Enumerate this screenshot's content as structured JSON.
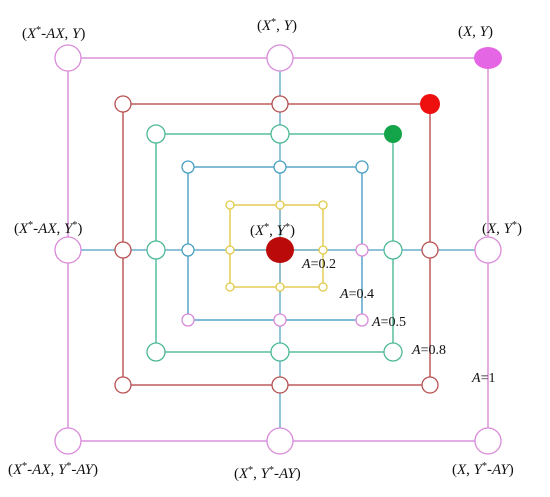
{
  "diagram": {
    "squares": [
      {
        "id": "a1",
        "color": "#d98ad9",
        "node_size": "large"
      },
      {
        "id": "a08",
        "color": "#b85050",
        "node_size": "small"
      },
      {
        "id": "a05",
        "color": "#4db898",
        "node_size": "medium"
      },
      {
        "id": "a04",
        "color": "#4a9fc4",
        "node_size": "small"
      },
      {
        "id": "a02",
        "color": "#e2c94a",
        "node_size": "tiny"
      }
    ],
    "inner_nodes": [
      {
        "id": "a04-right-mid",
        "color": "#d98ad9"
      },
      {
        "id": "a04-bottom-left",
        "color": "#d98ad9"
      },
      {
        "id": "a04-bottom-mid",
        "color": "#d98ad9"
      },
      {
        "id": "a04-bottom-right",
        "color": "#d98ad9"
      }
    ],
    "points": {
      "current_best": {
        "color": "#bb0a0a"
      },
      "a1_corner": {
        "color": "#e566e5"
      },
      "a08_corner": {
        "color": "#ee0f0f"
      },
      "a05_corner": {
        "color": "#13a44a"
      }
    },
    "labels": {
      "top_left": [
        "(",
        "X",
        "*",
        "-",
        "AX",
        ", ",
        "Y",
        ")"
      ],
      "top_mid": [
        "(",
        "X",
        "*",
        ", ",
        "Y",
        ")"
      ],
      "top_right": [
        "(",
        "X",
        ", ",
        "Y",
        ")"
      ],
      "mid_left": [
        "(",
        "X",
        "*",
        "-",
        "AX",
        ", ",
        "Y",
        "*",
        ")"
      ],
      "center": [
        "(",
        "X",
        "*",
        ", ",
        "Y",
        "*",
        ")"
      ],
      "mid_right": [
        "(",
        "X",
        ", ",
        "Y",
        "*",
        ")"
      ],
      "bottom_left": [
        "(",
        "X",
        "*",
        "-",
        "AX",
        ", ",
        "Y",
        "*",
        "-",
        "AY",
        ")"
      ],
      "bottom_mid": [
        "(",
        "X",
        "*",
        ", ",
        "Y",
        "*",
        "-",
        "AY",
        ")"
      ],
      "bottom_right": [
        "(",
        "X",
        ", ",
        "Y",
        "*",
        "-",
        "AY",
        ")"
      ]
    },
    "a_labels": [
      {
        "var": "A",
        "text": "=0.2"
      },
      {
        "var": "A",
        "text": "=0.4"
      },
      {
        "var": "A",
        "text": "=0.5"
      },
      {
        "var": "A",
        "text": "=0.8"
      },
      {
        "var": "A",
        "text": "=1"
      }
    ]
  }
}
